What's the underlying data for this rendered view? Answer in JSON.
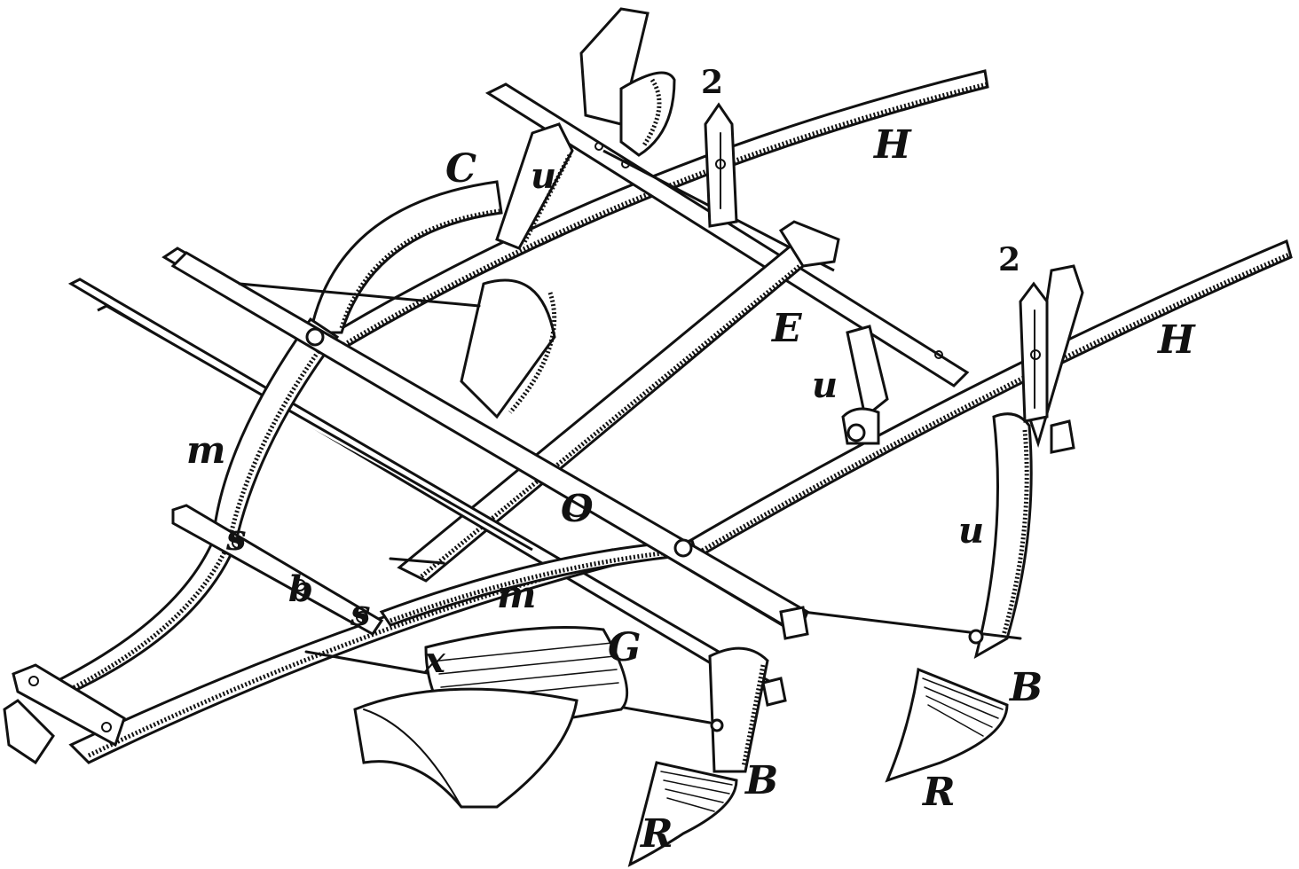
{
  "labels": {
    "H_upper": "H",
    "H_lower": "H",
    "two_upper": "2",
    "two_lower": "2",
    "C": "C",
    "u_top": "u",
    "u_mid": "u",
    "u_right": "u",
    "E": "E",
    "m_left": "m",
    "m_mid": "m",
    "s_left": "s",
    "s_mid": "s",
    "b": "b",
    "O": "O",
    "x": "x",
    "G": "G",
    "B_right": "B",
    "B_left": "B",
    "R_right": "R",
    "R_left": "R"
  }
}
